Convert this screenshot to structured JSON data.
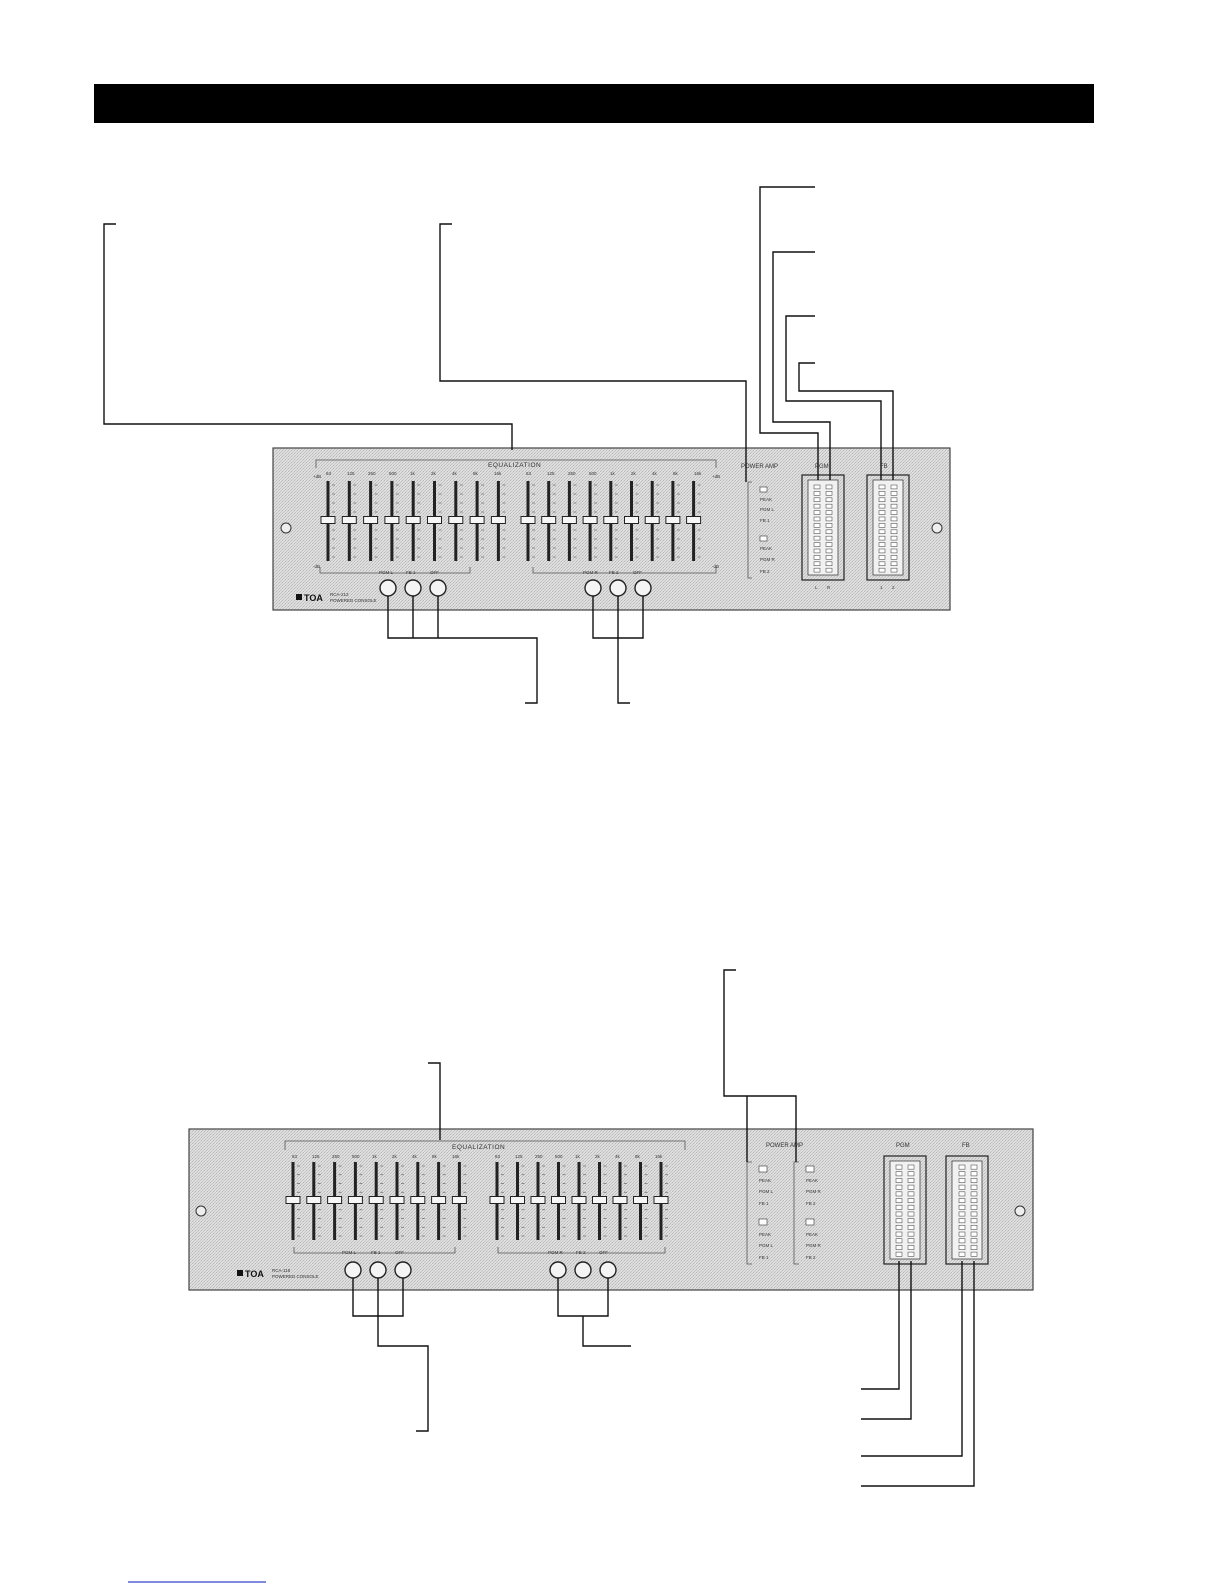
{
  "panel_top": {
    "equalization_label": "EQUALIZATION",
    "power_amp_label": "POWER AMP",
    "pgm_label": "PGM",
    "fb_label": "FB",
    "pgm_columns": [
      "L",
      "R"
    ],
    "fb_columns": [
      "1",
      "2"
    ],
    "power_amp_labels": [
      "PEAK",
      "PGM L",
      "FB 1",
      "PEAK",
      "PGM R",
      "FB 2"
    ],
    "freq_labels": [
      "63",
      "125",
      "250",
      "500",
      "1k",
      "2k",
      "4k",
      "8k",
      "16k"
    ],
    "db_top": "+dB",
    "db_bottom": "-dB",
    "button_group_left": [
      "PGM L",
      "FB 1",
      "OFF"
    ],
    "button_group_right": [
      "PGM R",
      "FB 2",
      "OFF"
    ],
    "logo": "TOA",
    "model": "RCA-212",
    "model_sub": "POWERED CONSOLE"
  },
  "panel_bottom": {
    "equalization_label": "EQUALIZATION",
    "power_amp_label": "POWER AMP",
    "pgm_label": "PGM",
    "fb_label": "FB",
    "power_amp_left": [
      "PEAK",
      "PGM L",
      "FB 1",
      "PEAK",
      "PGM L",
      "FB 1"
    ],
    "power_amp_right": [
      "PEAK",
      "PGM R",
      "FB 2",
      "PEAK",
      "PGM R",
      "FB 2"
    ],
    "freq_labels": [
      "63",
      "125",
      "250",
      "500",
      "1k",
      "2k",
      "4k",
      "8k",
      "16k"
    ],
    "button_group_left": [
      "PGM L",
      "FB 1",
      "OFF"
    ],
    "button_group_right": [
      "PGM R",
      "FB 2",
      "OFF"
    ],
    "logo": "TOA",
    "model": "RCA-118",
    "model_sub": "POWERED CONSOLE"
  },
  "colors": {
    "header_bar": "#000000",
    "panel_fill": "#d9d9d9",
    "line": "#111111"
  }
}
